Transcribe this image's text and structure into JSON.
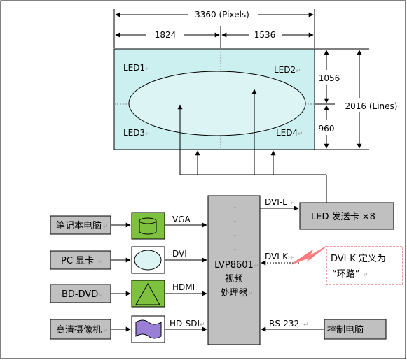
{
  "dimensions": {
    "total_width": "3360 (Pixels)",
    "left_width": "1824",
    "right_width": "1536",
    "top_height": "1056",
    "bottom_height": "960",
    "total_height": "2016 (Lines)"
  },
  "screen": {
    "quadrants": [
      "LED1",
      "LED2",
      "LED3",
      "LED4"
    ]
  },
  "sources": [
    {
      "label": "笔记本电脑",
      "interface": "VGA",
      "icon": "cylinder-icon"
    },
    {
      "label": "PC 显卡",
      "interface": "DVI",
      "icon": "ellipse-icon"
    },
    {
      "label": "BD-DVD",
      "interface": "HDMI",
      "icon": "triangle-icon"
    },
    {
      "label": "高清摄像机",
      "interface": "HD-SDI",
      "icon": "wave-flag-icon"
    }
  ],
  "processor": {
    "model": "LVP8601",
    "line2": "视频",
    "line3": "处理器"
  },
  "outputs": {
    "dvi_l": "DVI-L",
    "dvi_k": "DVI-K",
    "sender_card": "LED  发送卡 ×8",
    "loop_note_line1": "DVI-K 定义为",
    "loop_note_line2": "“环路”"
  },
  "control": {
    "protocol": "RS-232",
    "label": "控制电脑"
  },
  "colors": {
    "screen_fill": "#ccf0ef",
    "icon_fill": "#7ec13e",
    "box_fill": "#c0c0c0",
    "ellipse_fill": "#dcf4f4",
    "lightning": "#ff7b7b",
    "note_border": "#e24a4a"
  }
}
